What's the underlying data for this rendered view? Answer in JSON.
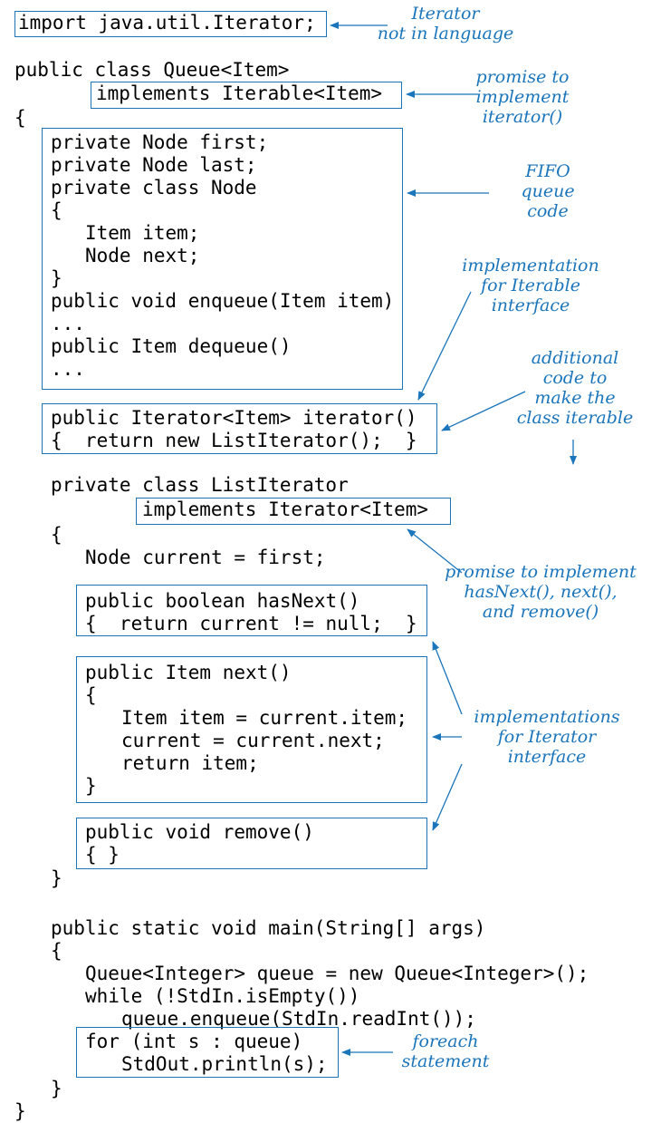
{
  "accent_color": "#1b75bb",
  "code": {
    "import_line": "import java.util.Iterator;",
    "class_decl": "public class Queue<Item>",
    "implements_iterable": "implements Iterable<Item>",
    "open_brace_1": "{",
    "field_first": "private Node first;",
    "field_last": "private Node last;",
    "node_class": "private class Node",
    "node_open": "{",
    "node_item": "Item item;",
    "node_next": "Node next;",
    "node_close": "}",
    "enqueue_sig": "public void enqueue(Item item)",
    "ellipsis_1": "...",
    "dequeue_sig": "public Item dequeue()",
    "ellipsis_2": "...",
    "iterator_sig": "public Iterator<Item> iterator()",
    "iterator_body": "{  return new ListIterator();  }",
    "listiter_decl": "private class ListIterator",
    "implements_iterator": "implements Iterator<Item>",
    "listiter_open": "{",
    "current_field": "Node current = first;",
    "hasnext_sig": "public boolean hasNext()",
    "hasnext_body": "{  return current != null;  }",
    "next_sig": "public Item next()",
    "next_open": "{",
    "next_line1": "Item item = current.item;",
    "next_line2": "current = current.next;",
    "next_line3": "return item;",
    "next_close": "}",
    "remove_sig": "public void remove()",
    "remove_body": "{ }",
    "listiter_close": "}",
    "main_sig": "public static void main(String[] args)",
    "main_open": "{",
    "main_line1": "Queue<Integer> queue = new Queue<Integer>();",
    "main_line2": "while (!StdIn.isEmpty())",
    "main_line3": "queue.enqueue(StdIn.readInt());",
    "foreach_line1": "for (int s : queue)",
    "foreach_line2": "StdOut.println(s);",
    "main_close": "}",
    "class_close": "}"
  },
  "annotations": {
    "iterator_not_in_language": "Iterator\nnot in language",
    "promise_iterator": "promise to\nimplement\niterator()",
    "fifo_queue_code": "FIFO\nqueue\ncode",
    "impl_iterable": "implementation\nfor Iterable\ninterface",
    "additional_code": "additional\ncode to\nmake the\nclass iterable",
    "promise_iterator_methods": "promise to implement\nhasNext(), next(),\nand remove()",
    "impl_iterator": "implementations\nfor Iterator\ninterface",
    "foreach_statement": "foreach\nstatement"
  }
}
